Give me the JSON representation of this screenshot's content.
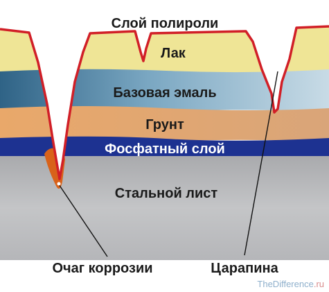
{
  "labels": {
    "polish_layer": "Слой полироли",
    "varnish": "Лак",
    "base_enamel": "Базовая эмаль",
    "primer": "Грунт",
    "phosphate_layer": "Фосфатный слой",
    "steel_sheet": "Стальной лист",
    "corrosion_spot": "Очаг коррозии",
    "scratch": "Царапина"
  },
  "watermark": {
    "brand": "TheDifference",
    "tld": ".ru"
  },
  "colors": {
    "varnish": "#efe596",
    "base_enamel": "#6f9db8",
    "primer": "#e4a66c",
    "phosphate": "#1d3291",
    "steel": "#b6b7b9",
    "polish_outline": "#d11f27",
    "rust": "#d8621a"
  }
}
